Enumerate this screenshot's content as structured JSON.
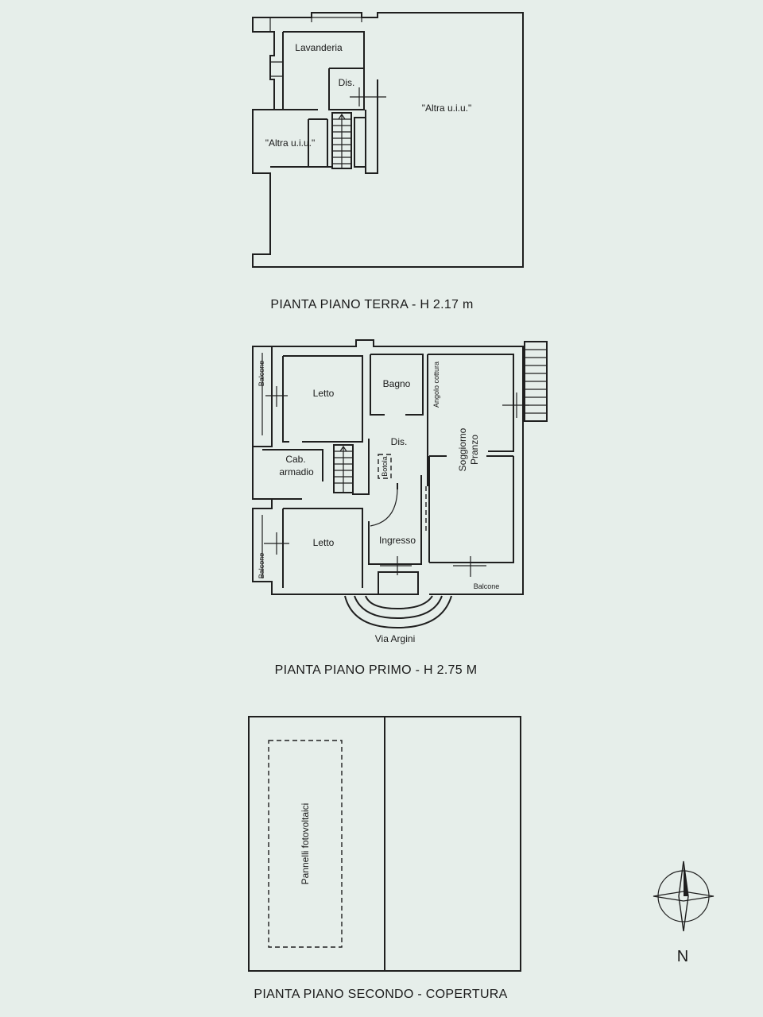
{
  "ground_floor": {
    "title": "PIANTA PIANO TERRA - H 2.17 m",
    "rooms": {
      "lavanderia": "Lavanderia",
      "dis": "Dis.",
      "altra_left": "\"Altra u.i.u.\"",
      "altra_right": "\"Altra u.i.u.\""
    }
  },
  "first_floor": {
    "title": "PIANTA PIANO PRIMO - H 2.75 M",
    "street": "Via Argini",
    "rooms": {
      "balcone_top": "Balcone",
      "letto_top": "Letto",
      "bagno": "Bagno",
      "angolo_cottura": "Angolo cottura",
      "dis": "Dis.",
      "cab_1": "Cab.",
      "cab_2": "armadio",
      "botola": "Botola",
      "soggiorno": "Soggiorno",
      "pranzo": "Pranzo",
      "letto_bottom": "Letto",
      "balcone_bottom": "Balcone",
      "ingresso": "Ingresso",
      "balcone_front": "Balcone"
    }
  },
  "second_floor": {
    "title": "PIANTA PIANO SECONDO - COPERTURA",
    "panels": "Pannelli fotovoltaici"
  },
  "compass": {
    "north": "N"
  }
}
